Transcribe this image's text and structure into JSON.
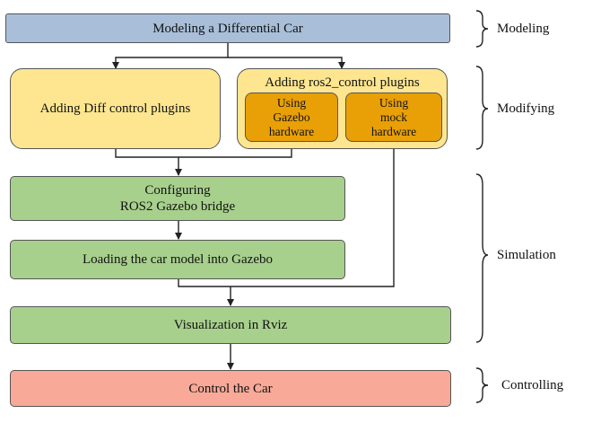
{
  "boxes": {
    "modeling": "Modeling a Differential Car",
    "diff_plugins": "Adding Diff control plugins",
    "ros2_plugins": "Adding ros2_control plugins",
    "gazebo_hw": "Using\nGazebo\nhardware",
    "mock_hw": "Using\nmock\nhardware",
    "bridge": "Configuring\nROS2 Gazebo bridge",
    "loading": "Loading the car model into Gazebo",
    "rviz": "Visualization in Rviz",
    "control": "Control the Car"
  },
  "stages": {
    "modeling": "Modeling",
    "modifying": "Modifying",
    "simulation": "Simulation",
    "controlling": "Controlling"
  },
  "colors": {
    "modeling": "#a9bfd9",
    "modifying": "#fde68f",
    "hardware": "#e8a006",
    "simulation": "#a8d08d",
    "controlling": "#f8a998"
  }
}
